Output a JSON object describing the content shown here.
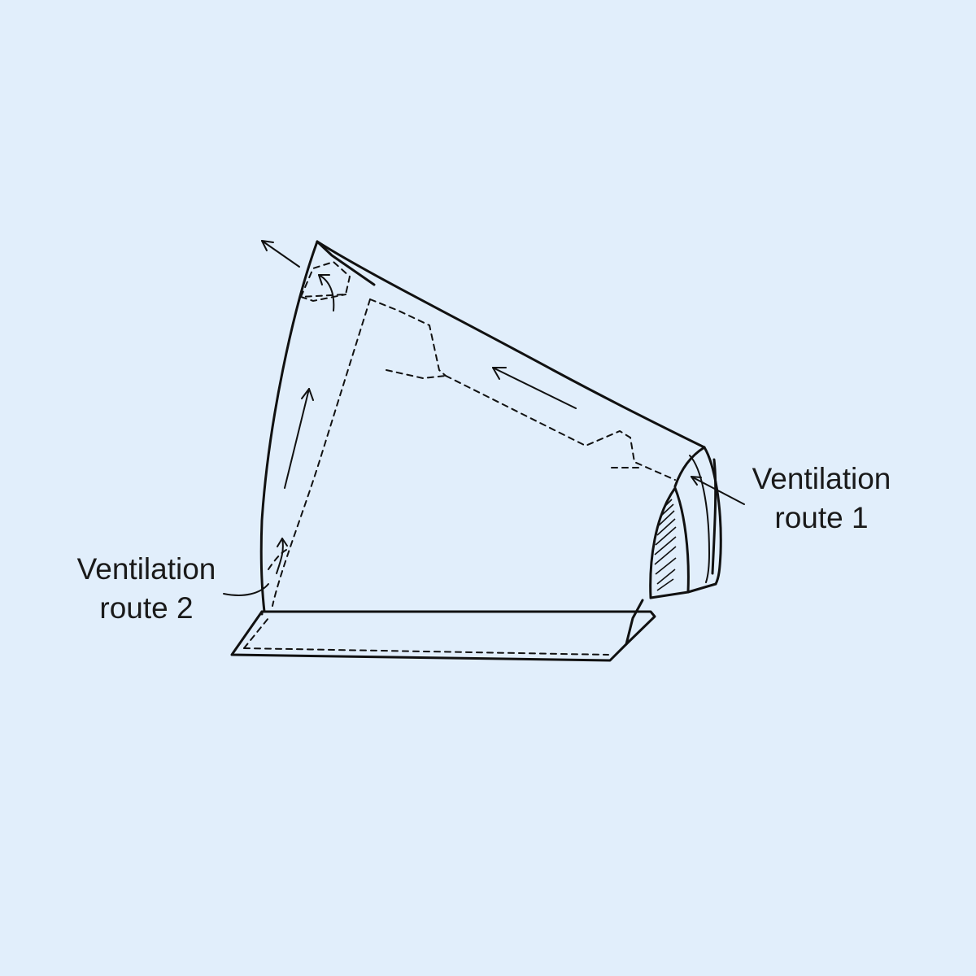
{
  "diagram": {
    "background_color": "#e1eefb",
    "ink_color": "#111111",
    "labels": {
      "route_1": {
        "line1": "Ventilation",
        "line2": "route 1"
      },
      "route_2": {
        "line1": "Ventilation",
        "line2": "route 2"
      }
    }
  }
}
